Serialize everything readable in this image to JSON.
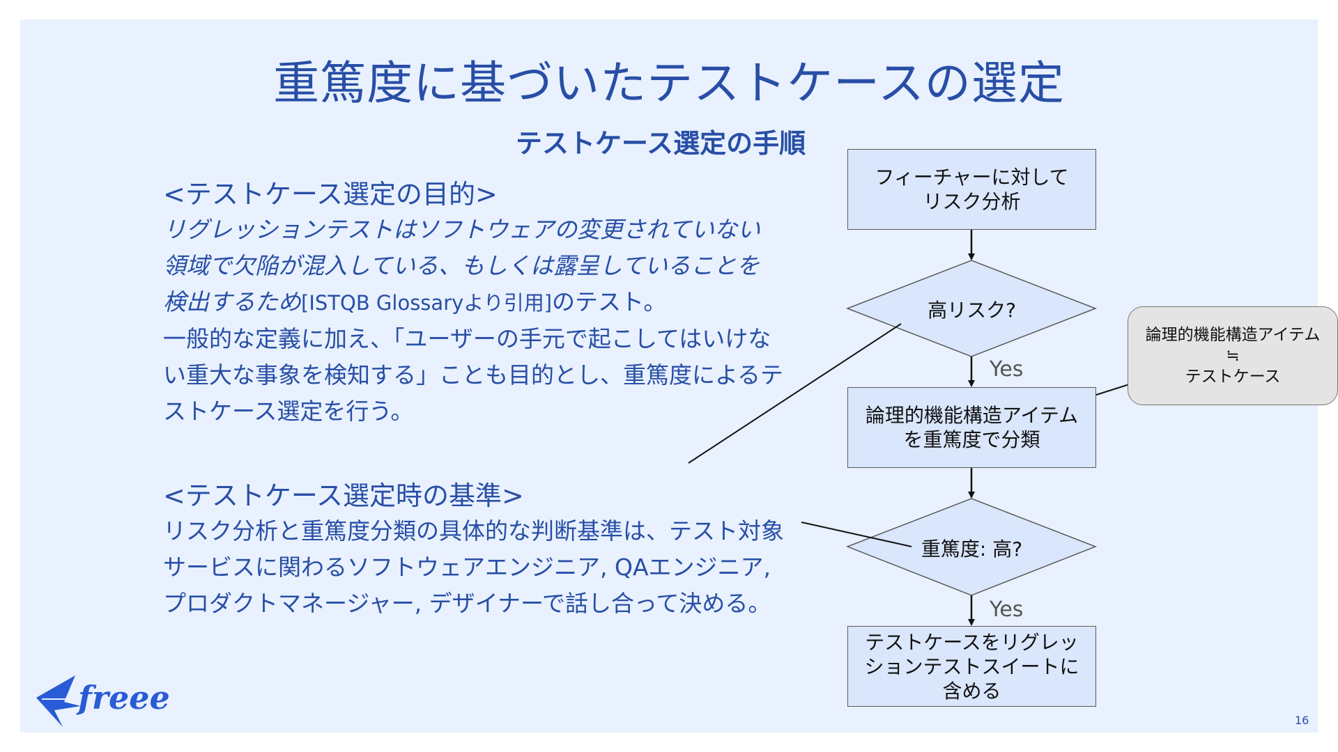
{
  "slide": {
    "title": "重篤度に基づいたテストケースの選定",
    "subtitle": "テストケース選定の手順",
    "page_number": "16",
    "logo_text": "freee"
  },
  "purpose": {
    "heading": "<テストケース選定の目的>",
    "lines": [
      "リグレッションテストはソフトウェアの変更されていない",
      "領域で欠陥が混入している、もしくは露呈していることを",
      "検出するため"
    ],
    "citation": "[ISTQB Glossaryより引用]",
    "line3_tail": "のテスト。",
    "body_lines": [
      "一般的な定義に加え、「ユーザーの手元で起こしてはいけな",
      "い重大な事象を検知する」ことも目的とし、重篤度によるテ",
      "ストケース選定を行う。"
    ]
  },
  "criteria": {
    "heading": "<テストケース選定時の基準>",
    "lines": [
      "リスク分析と重篤度分類の具体的な判断基準は、テスト対象",
      "サービスに関わるソフトウェアエンジニア, QAエンジニア,",
      "プロダクトマネージャー, デザイナーで話し合って決める。"
    ]
  },
  "flowchart": {
    "step1": "フィーチャーに対して\nリスク分析",
    "decision1": "高リスク?",
    "yes1": "Yes",
    "step2": "論理的機能構造アイテム\nを重篤度で分類",
    "decision2": "重篤度: 高?",
    "yes2": "Yes",
    "step3": "テストケースをリグレッ\nションテストスイートに\n含める"
  },
  "callout": {
    "line1": "論理的機能構造アイテム",
    "line2": "≒",
    "line3": "テストケース"
  },
  "colors": {
    "background": "#e8f1fd",
    "accent": "#284ea6",
    "box_fill": "#d9e6fb",
    "callout_fill": "#e4e4e4"
  }
}
